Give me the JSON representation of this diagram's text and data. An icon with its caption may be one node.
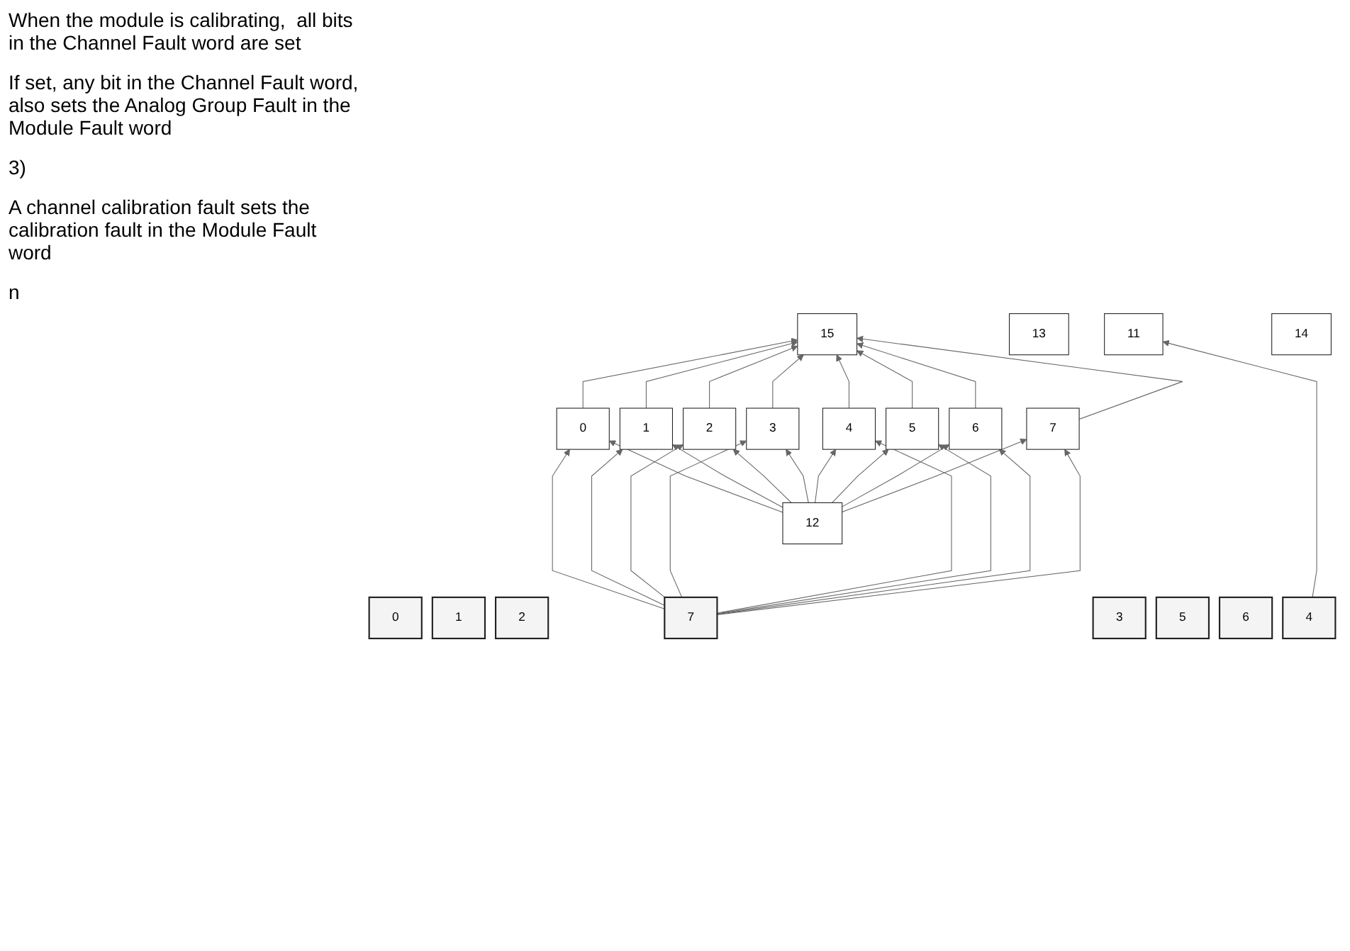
{
  "diagram": {
    "nodes": [
      {
        "text": [
          "15"
        ]
      },
      {
        "text": [
          "14"
        ]
      },
      {
        "text": [
          "13"
        ]
      },
      {
        "text": [
          "12"
        ]
      },
      {
        "text": [
          "11"
        ]
      },
      {
        "text": [
          "7"
        ]
      },
      {
        "text": [
          "6"
        ]
      },
      {
        "text": [
          "5"
        ]
      },
      {
        "text": [
          "4"
        ]
      },
      {
        "text": [
          "3"
        ]
      },
      {
        "text": [
          "2"
        ]
      },
      {
        "text": [
          "1"
        ]
      },
      {
        "text": [
          "0"
        ]
      },
      {
        "text": [
          "7"
        ]
      },
      {
        "text": [
          "6"
        ]
      },
      {
        "text": [
          "5"
        ]
      },
      {
        "text": [
          "4"
        ]
      },
      {
        "text": [
          "3"
        ]
      },
      {
        "text": [
          "2"
        ]
      },
      {
        "text": [
          "1"
        ]
      },
      {
        "text": [
          "0"
        ]
      }
    ],
    "edges": [
      {
        "from": 3,
        "to": 5,
        "arrow": "to"
      },
      {
        "from": 3,
        "to": 6,
        "arrow": "to"
      },
      {
        "from": 3,
        "to": 7,
        "arrow": "to"
      },
      {
        "from": 3,
        "to": 8,
        "arrow": "to"
      },
      {
        "from": 3,
        "to": 9,
        "arrow": "to"
      },
      {
        "from": 3,
        "to": 10,
        "arrow": "to"
      },
      {
        "from": 3,
        "to": 11,
        "arrow": "to"
      },
      {
        "from": 3,
        "to": 12,
        "arrow": "to"
      },
      {
        "from": 5,
        "to": 0,
        "arrow": "to"
      },
      {
        "from": 6,
        "to": 0,
        "arrow": "to"
      },
      {
        "from": 7,
        "to": 0,
        "arrow": "to"
      },
      {
        "from": 8,
        "to": 0,
        "arrow": "to"
      },
      {
        "from": 9,
        "to": 0,
        "arrow": "to"
      },
      {
        "from": 10,
        "to": 0,
        "arrow": "to"
      },
      {
        "from": 11,
        "to": 0,
        "arrow": "to"
      },
      {
        "from": 12,
        "to": 0,
        "arrow": "to"
      },
      {
        "from": 13,
        "to": 5,
        "arrow": "to"
      },
      {
        "from": 13,
        "to": 6,
        "arrow": "to"
      },
      {
        "from": 13,
        "to": 7,
        "arrow": "to"
      },
      {
        "from": 13,
        "to": 8,
        "arrow": "to"
      },
      {
        "from": 13,
        "to": 9,
        "arrow": "to"
      },
      {
        "from": 13,
        "to": 10,
        "arrow": "to"
      },
      {
        "from": 13,
        "to": 11,
        "arrow": "to"
      },
      {
        "from": 13,
        "to": 12,
        "arrow": "to"
      },
      {
        "from": 16,
        "to": 4,
        "arrow": "to"
      }
    ],
    "labels": [
      "When the module is calibrating,  all bits in the Channel Fault word are set",
      "If set, any bit in the Channel Fault word, also sets the Analog Group Fault in the Module Fault word",
      "3)",
      "A channel calibration fault sets the calibration fault in the Module Fault word",
      "n"
    ]
  }
}
